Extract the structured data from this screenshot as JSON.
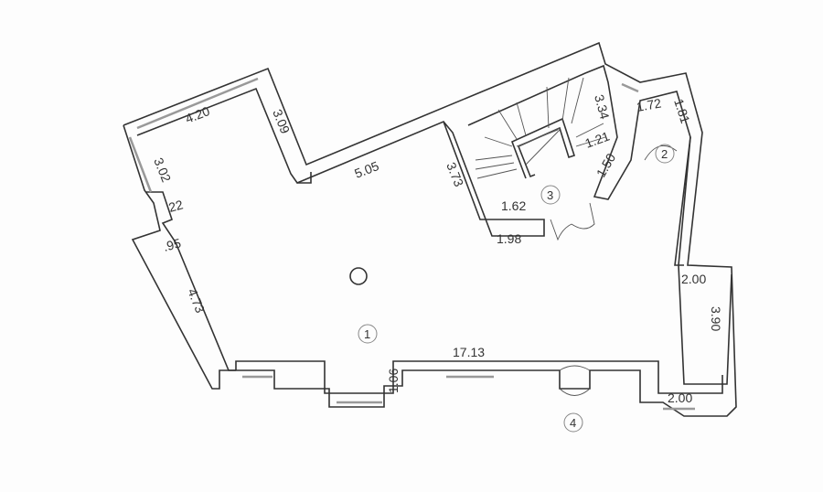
{
  "plan": {
    "dimensions": [
      "4.20",
      "3.09",
      "3.02",
      "22",
      ".95",
      "5.05",
      "3.73",
      "4.73",
      "17.13",
      "1.06",
      "1.62",
      "1.98",
      "3.34",
      "1.21",
      "1.50",
      "1.72",
      "1.81",
      "2.00",
      "3.90",
      "2.00"
    ],
    "rooms": [
      "1",
      "2",
      "3",
      "4"
    ]
  }
}
